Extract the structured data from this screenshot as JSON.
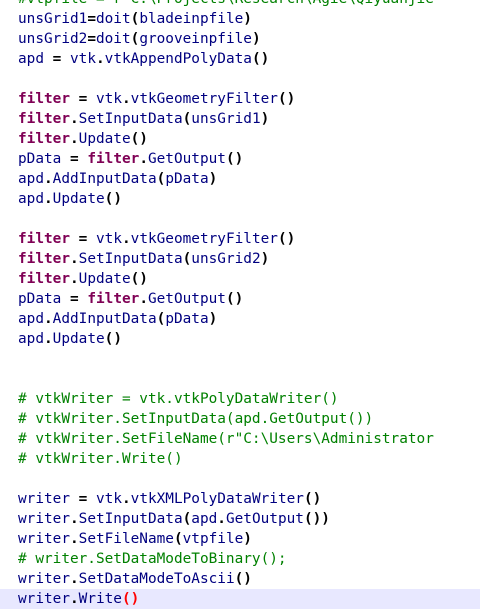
{
  "editor": {
    "colors": {
      "background": "#ffffff",
      "identifier": "#000080",
      "keyword": "#7f0055",
      "comment": "#008000",
      "punctuation": "#000000",
      "brace_match": "#ff0000",
      "current_line": "#e8e8ff"
    },
    "current_line_index": 30,
    "lines": [
      [
        {
          "t": "cm",
          "v": "#vtpfile = r'C:\\Projects\\Research\\Agie\\Qiyuanjie"
        }
      ],
      [
        {
          "t": "pl",
          "v": "unsGrid1"
        },
        {
          "t": "pu",
          "v": "="
        },
        {
          "t": "pl",
          "v": "doit"
        },
        {
          "t": "pu",
          "v": "("
        },
        {
          "t": "pl",
          "v": "bladeinpfile"
        },
        {
          "t": "pu",
          "v": ")"
        }
      ],
      [
        {
          "t": "pl",
          "v": "unsGrid2"
        },
        {
          "t": "pu",
          "v": "="
        },
        {
          "t": "pl",
          "v": "doit"
        },
        {
          "t": "pu",
          "v": "("
        },
        {
          "t": "pl",
          "v": "grooveinpfile"
        },
        {
          "t": "pu",
          "v": ")"
        }
      ],
      [
        {
          "t": "pl",
          "v": "apd "
        },
        {
          "t": "pu",
          "v": "="
        },
        {
          "t": "pl",
          "v": " vtk"
        },
        {
          "t": "pu",
          "v": "."
        },
        {
          "t": "pl",
          "v": "vtkAppendPolyData"
        },
        {
          "t": "pu",
          "v": "()"
        }
      ],
      [],
      [
        {
          "t": "kw",
          "v": "filter"
        },
        {
          "t": "pl",
          "v": " "
        },
        {
          "t": "pu",
          "v": "="
        },
        {
          "t": "pl",
          "v": " vtk"
        },
        {
          "t": "pu",
          "v": "."
        },
        {
          "t": "pl",
          "v": "vtkGeometryFilter"
        },
        {
          "t": "pu",
          "v": "()"
        }
      ],
      [
        {
          "t": "kw",
          "v": "filter"
        },
        {
          "t": "pu",
          "v": "."
        },
        {
          "t": "pl",
          "v": "SetInputData"
        },
        {
          "t": "pu",
          "v": "("
        },
        {
          "t": "pl",
          "v": "unsGrid1"
        },
        {
          "t": "pu",
          "v": ")"
        }
      ],
      [
        {
          "t": "kw",
          "v": "filter"
        },
        {
          "t": "pu",
          "v": "."
        },
        {
          "t": "pl",
          "v": "Update"
        },
        {
          "t": "pu",
          "v": "()"
        }
      ],
      [
        {
          "t": "pl",
          "v": "pData "
        },
        {
          "t": "pu",
          "v": "="
        },
        {
          "t": "pl",
          "v": " "
        },
        {
          "t": "kw",
          "v": "filter"
        },
        {
          "t": "pu",
          "v": "."
        },
        {
          "t": "pl",
          "v": "GetOutput"
        },
        {
          "t": "pu",
          "v": "()"
        }
      ],
      [
        {
          "t": "pl",
          "v": "apd"
        },
        {
          "t": "pu",
          "v": "."
        },
        {
          "t": "pl",
          "v": "AddInputData"
        },
        {
          "t": "pu",
          "v": "("
        },
        {
          "t": "pl",
          "v": "pData"
        },
        {
          "t": "pu",
          "v": ")"
        }
      ],
      [
        {
          "t": "pl",
          "v": "apd"
        },
        {
          "t": "pu",
          "v": "."
        },
        {
          "t": "pl",
          "v": "Update"
        },
        {
          "t": "pu",
          "v": "()"
        }
      ],
      [],
      [
        {
          "t": "kw",
          "v": "filter"
        },
        {
          "t": "pl",
          "v": " "
        },
        {
          "t": "pu",
          "v": "="
        },
        {
          "t": "pl",
          "v": " vtk"
        },
        {
          "t": "pu",
          "v": "."
        },
        {
          "t": "pl",
          "v": "vtkGeometryFilter"
        },
        {
          "t": "pu",
          "v": "()"
        }
      ],
      [
        {
          "t": "kw",
          "v": "filter"
        },
        {
          "t": "pu",
          "v": "."
        },
        {
          "t": "pl",
          "v": "SetInputData"
        },
        {
          "t": "pu",
          "v": "("
        },
        {
          "t": "pl",
          "v": "unsGrid2"
        },
        {
          "t": "pu",
          "v": ")"
        }
      ],
      [
        {
          "t": "kw",
          "v": "filter"
        },
        {
          "t": "pu",
          "v": "."
        },
        {
          "t": "pl",
          "v": "Update"
        },
        {
          "t": "pu",
          "v": "()"
        }
      ],
      [
        {
          "t": "pl",
          "v": "pData "
        },
        {
          "t": "pu",
          "v": "="
        },
        {
          "t": "pl",
          "v": " "
        },
        {
          "t": "kw",
          "v": "filter"
        },
        {
          "t": "pu",
          "v": "."
        },
        {
          "t": "pl",
          "v": "GetOutput"
        },
        {
          "t": "pu",
          "v": "()"
        }
      ],
      [
        {
          "t": "pl",
          "v": "apd"
        },
        {
          "t": "pu",
          "v": "."
        },
        {
          "t": "pl",
          "v": "AddInputData"
        },
        {
          "t": "pu",
          "v": "("
        },
        {
          "t": "pl",
          "v": "pData"
        },
        {
          "t": "pu",
          "v": ")"
        }
      ],
      [
        {
          "t": "pl",
          "v": "apd"
        },
        {
          "t": "pu",
          "v": "."
        },
        {
          "t": "pl",
          "v": "Update"
        },
        {
          "t": "pu",
          "v": "()"
        }
      ],
      [],
      [],
      [
        {
          "t": "cm",
          "v": "# vtkWriter = vtk.vtkPolyDataWriter()"
        }
      ],
      [
        {
          "t": "cm",
          "v": "# vtkWriter.SetInputData(apd.GetOutput())"
        }
      ],
      [
        {
          "t": "cm",
          "v": "# vtkWriter.SetFileName(r\"C:\\Users\\Administrator"
        }
      ],
      [
        {
          "t": "cm",
          "v": "# vtkWriter.Write()"
        }
      ],
      [],
      [
        {
          "t": "pl",
          "v": "writer "
        },
        {
          "t": "pu",
          "v": "="
        },
        {
          "t": "pl",
          "v": " vtk"
        },
        {
          "t": "pu",
          "v": "."
        },
        {
          "t": "pl",
          "v": "vtkXMLPolyDataWriter"
        },
        {
          "t": "pu",
          "v": "()"
        }
      ],
      [
        {
          "t": "pl",
          "v": "writer"
        },
        {
          "t": "pu",
          "v": "."
        },
        {
          "t": "pl",
          "v": "SetInputData"
        },
        {
          "t": "pu",
          "v": "("
        },
        {
          "t": "pl",
          "v": "apd"
        },
        {
          "t": "pu",
          "v": "."
        },
        {
          "t": "pl",
          "v": "GetOutput"
        },
        {
          "t": "pu",
          "v": "())"
        }
      ],
      [
        {
          "t": "pl",
          "v": "writer"
        },
        {
          "t": "pu",
          "v": "."
        },
        {
          "t": "pl",
          "v": "SetFileName"
        },
        {
          "t": "pu",
          "v": "("
        },
        {
          "t": "pl",
          "v": "vtpfile"
        },
        {
          "t": "pu",
          "v": ")"
        }
      ],
      [
        {
          "t": "cm",
          "v": "# writer.SetDataModeToBinary();"
        }
      ],
      [
        {
          "t": "pl",
          "v": "writer"
        },
        {
          "t": "pu",
          "v": "."
        },
        {
          "t": "pl",
          "v": "SetDataModeToAscii"
        },
        {
          "t": "pu",
          "v": "()"
        }
      ],
      [
        {
          "t": "pl",
          "v": "writer"
        },
        {
          "t": "pu",
          "v": "."
        },
        {
          "t": "pl",
          "v": "Write"
        },
        {
          "t": "hl",
          "v": "()"
        }
      ]
    ]
  }
}
